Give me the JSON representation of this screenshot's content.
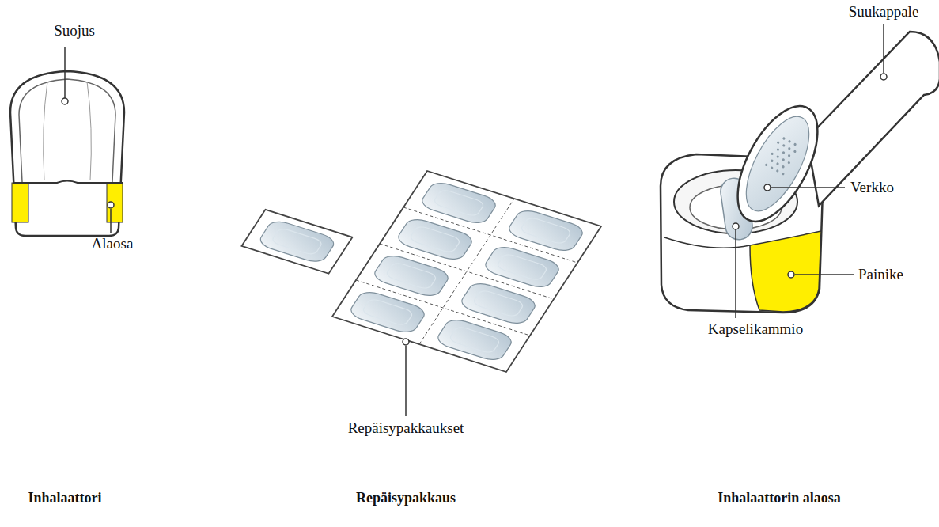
{
  "diagram": {
    "labels": [
      "Suojus",
      "Alaosa",
      "Repäisypakkaukset",
      "Suukappale",
      "Verkko",
      "Painike",
      "Kapselikammio",
      "Inhalaattori",
      "Repäisypakkaus",
      "Inhalaattorin alaosa"
    ]
  }
}
